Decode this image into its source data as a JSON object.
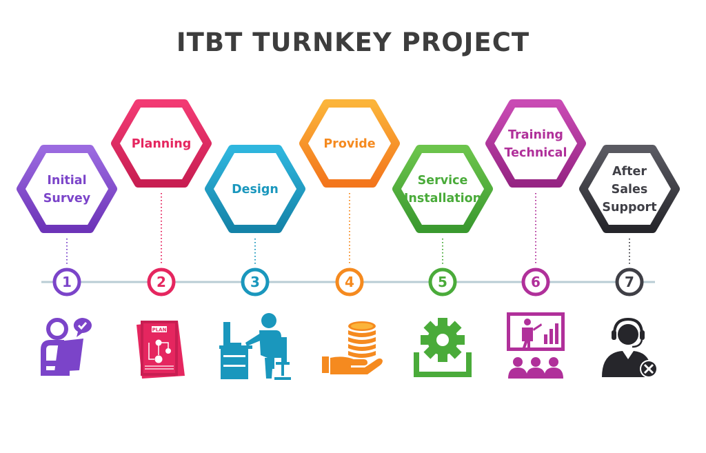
{
  "title": "ITBT TURNKEY PROJECT",
  "steps": [
    {
      "number": "1",
      "lines": [
        "Initial",
        "Survey"
      ],
      "color": "#7b44c9",
      "icon": "survey-person-tablet-icon"
    },
    {
      "number": "2",
      "lines": [
        "Planning"
      ],
      "color": "#e5265f",
      "icon": "plan-document-icon"
    },
    {
      "number": "3",
      "lines": [
        "Design"
      ],
      "color": "#1a97bd",
      "icon": "designer-desk-computer-icon"
    },
    {
      "number": "4",
      "lines": [
        "Provide"
      ],
      "color": "#f58a1f",
      "icon": "hand-coins-icon"
    },
    {
      "number": "5",
      "lines": [
        "Service",
        "Installation"
      ],
      "color": "#4aab3a",
      "icon": "gear-tray-icon"
    },
    {
      "number": "6",
      "lines": [
        "Training",
        "Technical"
      ],
      "color": "#b0309a",
      "icon": "presentation-board-audience-icon"
    },
    {
      "number": "7",
      "lines": [
        "After",
        "Sales",
        "Support"
      ],
      "color": "#3f3f46",
      "icon": "headset-support-agent-icon"
    }
  ]
}
